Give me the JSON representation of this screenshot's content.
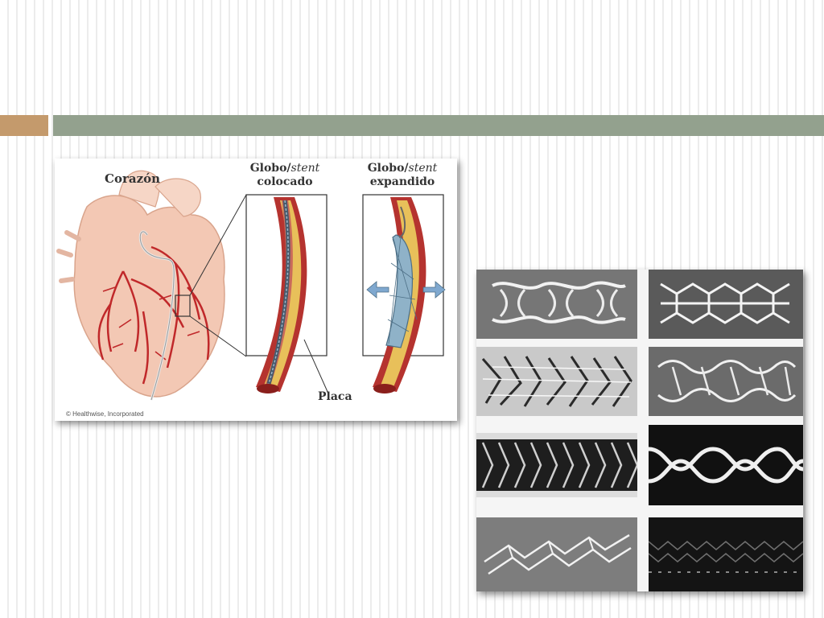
{
  "slide": {
    "accent_colors": {
      "left_bar": "#c49a6c",
      "right_bar": "#93a18e"
    }
  },
  "heart_figure": {
    "label_heart": "Corazón",
    "label_placed_word": "Globo/",
    "label_placed_italic": "stent",
    "label_placed_line2": "colocado",
    "label_expanded_word": "Globo/",
    "label_expanded_italic": "stent",
    "label_expanded_line2": "expandido",
    "label_plaque": "Placa",
    "credit": "© Healthwise, Incorporated"
  },
  "stent_photos": {
    "tiles": [
      {
        "name": "stent-photo-1",
        "style": "bg-light-gray"
      },
      {
        "name": "stent-photo-2",
        "style": "bg-gray"
      },
      {
        "name": "stent-photo-3",
        "style": "bg-light-gray"
      },
      {
        "name": "stent-photo-4",
        "style": "bg-gray"
      },
      {
        "name": "stent-photo-5",
        "style": "bg-dark"
      },
      {
        "name": "stent-photo-6",
        "style": "bg-black"
      },
      {
        "name": "stent-photo-7",
        "style": "bg-gray"
      },
      {
        "name": "stent-photo-8",
        "style": "bg-black"
      }
    ]
  }
}
